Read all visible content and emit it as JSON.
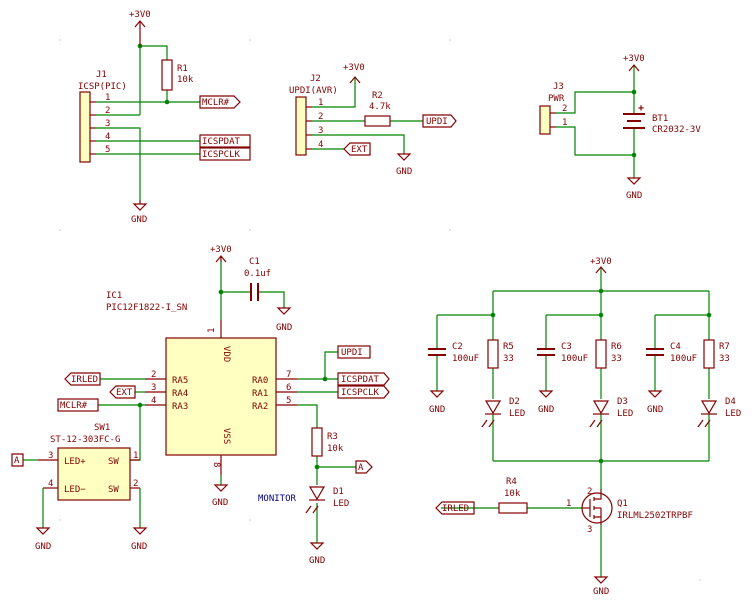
{
  "power": {
    "vcc": "+3V0",
    "gnd": "GND"
  },
  "j1": {
    "ref": "J1",
    "value": "ICSP(PIC)",
    "pins": [
      "1",
      "2",
      "3",
      "4",
      "5"
    ]
  },
  "j2": {
    "ref": "J2",
    "value": "UPDI(AVR)",
    "pins": [
      "1",
      "2",
      "3",
      "4"
    ]
  },
  "j3": {
    "ref": "J3",
    "value": "PWR",
    "pins": [
      "2",
      "1"
    ]
  },
  "r1": {
    "ref": "R1",
    "value": "10k"
  },
  "r2": {
    "ref": "R2",
    "value": "4.7k"
  },
  "r3": {
    "ref": "R3",
    "value": "10k"
  },
  "r4": {
    "ref": "R4",
    "value": "10k"
  },
  "r5": {
    "ref": "R5",
    "value": "33"
  },
  "r6": {
    "ref": "R6",
    "value": "33"
  },
  "r7": {
    "ref": "R7",
    "value": "33"
  },
  "c1": {
    "ref": "C1",
    "value": "0.1uf"
  },
  "c2": {
    "ref": "C2",
    "value": "100uF"
  },
  "c3": {
    "ref": "C3",
    "value": "100uF"
  },
  "c4": {
    "ref": "C4",
    "value": "100uF"
  },
  "d1": {
    "ref": "D1",
    "value": "LED"
  },
  "d2": {
    "ref": "D2",
    "value": "LED"
  },
  "d3": {
    "ref": "D3",
    "value": "LED"
  },
  "d4": {
    "ref": "D4",
    "value": "LED"
  },
  "bt1": {
    "ref": "BT1",
    "value": "CR2032-3V"
  },
  "q1": {
    "ref": "Q1",
    "value": "IRLML2502TRPBF",
    "pins": [
      "1",
      "2",
      "3"
    ]
  },
  "sw1": {
    "ref": "SW1",
    "value": "ST-12-303FC-G",
    "pins": [
      "3",
      "1",
      "4",
      "2"
    ],
    "labels": [
      "LED+",
      "SW",
      "LED−",
      "SW"
    ]
  },
  "ic1": {
    "ref": "IC1",
    "value": "PIC12F1822-I_SN",
    "left_pins": [
      {
        "num": "2",
        "name": "RA5"
      },
      {
        "num": "3",
        "name": "RA4"
      },
      {
        "num": "4",
        "name": "RA3"
      }
    ],
    "right_pins": [
      {
        "num": "7",
        "name": "RA0"
      },
      {
        "num": "6",
        "name": "RA1"
      },
      {
        "num": "5",
        "name": "RA2"
      }
    ],
    "top_pin": {
      "num": "1",
      "name": "VDD"
    },
    "bottom_pin": {
      "num": "8",
      "name": "VSS"
    }
  },
  "nets": {
    "mclr": "MCLR#",
    "icspdat": "ICSPDAT",
    "icspclk": "ICSPCLK",
    "updi": "UPDI",
    "ext": "EXT",
    "irled": "IRLED",
    "a": "A"
  },
  "monitor": "MONITOR",
  "battery_plus": "+"
}
